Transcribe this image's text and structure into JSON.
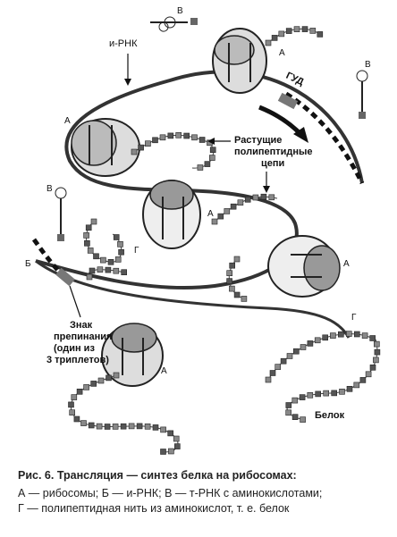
{
  "labels": {
    "mrna": "и-РНК",
    "start": "ГУД",
    "growing_1": "Растущие",
    "growing_2": "полипептидные",
    "growing_3": "цепи",
    "stop_1": "Знак",
    "stop_2": "препинания",
    "stop_3": "(один из",
    "stop_4": "3 триплетов)",
    "protein": "Белок",
    "a": "А",
    "b": "Б",
    "v": "В",
    "g": "Г"
  },
  "caption": {
    "title_prefix": "Рис. 6",
    "title_rest": ". Трансляция — синтез белка на рибосомах:",
    "line1": "А — рибосомы; Б — и-РНК; В — т-РНК с аминокислотами;",
    "line2": "Г — полипептидная нить из аминокислот, т. е. белок"
  }
}
